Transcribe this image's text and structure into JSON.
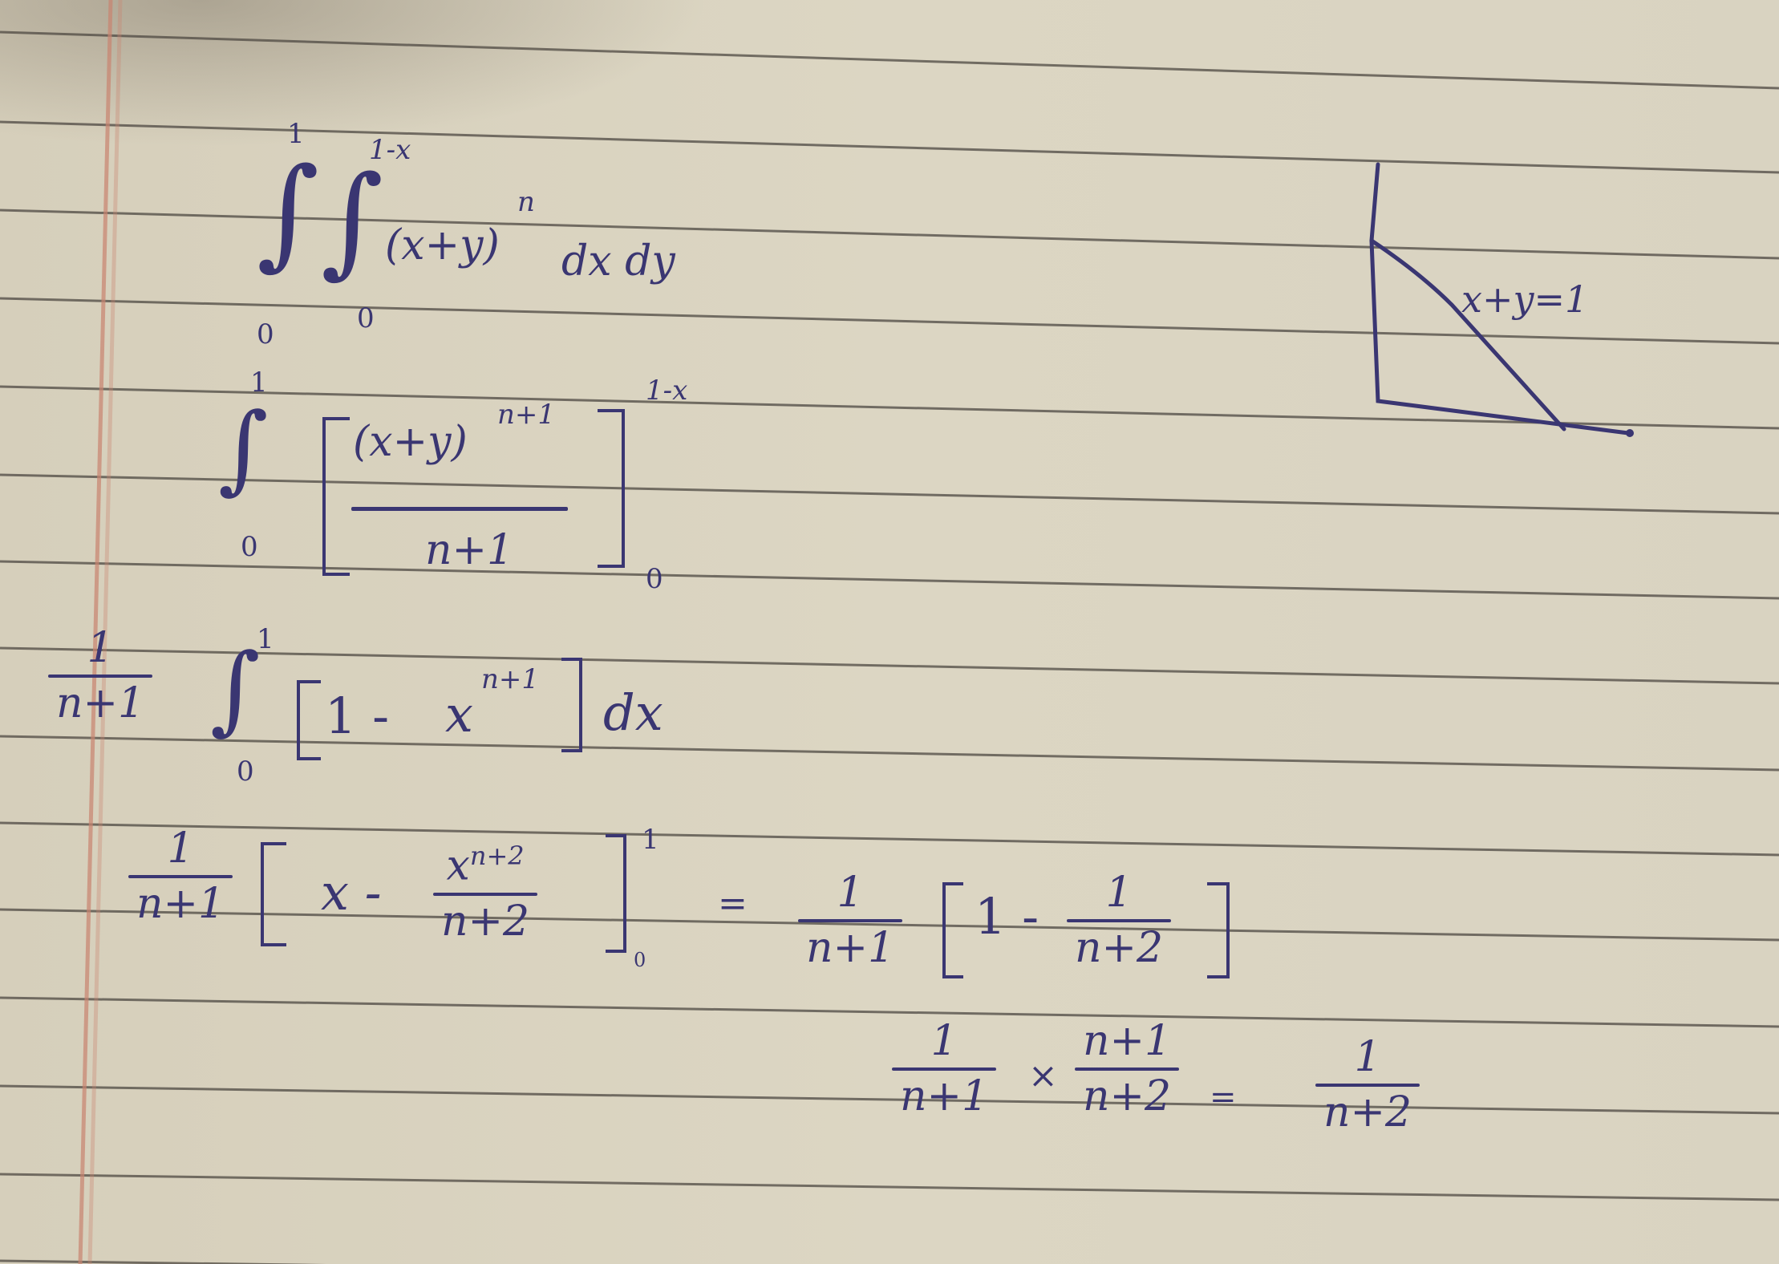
{
  "page": {
    "type": "handwritten-notes",
    "paper": {
      "background": "#d8d2bf",
      "rule_color": "#4a4540",
      "margin_color": "#c9806e",
      "ink_color": "#3a3672"
    }
  },
  "diagram": {
    "label": "x+y=1",
    "shape": "right triangle region bounded by x-axis, y-axis and line x+y=1"
  },
  "steps": [
    {
      "id": "step1",
      "integral_outer": {
        "lower": "0",
        "upper": "1"
      },
      "integral_inner": {
        "lower": "0",
        "upper": "1-x"
      },
      "integrand": "(x+y)",
      "exponent": "n",
      "differentials": "dx dy"
    },
    {
      "id": "step2",
      "integral": {
        "lower": "0",
        "upper": "1"
      },
      "numerator": "(x+y)",
      "numerator_exponent": "n+1",
      "denominator": "n+1",
      "eval_lower": "0",
      "eval_upper": "1-x"
    },
    {
      "id": "step3",
      "coef_num": "1",
      "coef_den": "n+1",
      "integral": {
        "lower": "0",
        "upper": "1"
      },
      "bracket_left": "1 -",
      "bracket_base": "x",
      "bracket_exponent": "n+1",
      "differential": "dx"
    },
    {
      "id": "step4",
      "coef_num": "1",
      "coef_den": "n+1",
      "term1": "x -",
      "frac_num_base": "x",
      "frac_num_exponent": "n+2",
      "frac_den": "n+2",
      "eval_lower": "0",
      "eval_upper": "1",
      "equals": "=",
      "rhs_coef_num": "1",
      "rhs_coef_den": "n+1",
      "rhs_bracket_left": "1 -",
      "rhs_frac_num": "1",
      "rhs_frac_den": "n+2"
    },
    {
      "id": "step5",
      "f1_num": "1",
      "f1_den": "n+1",
      "times": "×",
      "f2_num": "n+1",
      "f2_den": "n+2",
      "equals": "=",
      "result_num": "1",
      "result_den": "n+2"
    }
  ]
}
